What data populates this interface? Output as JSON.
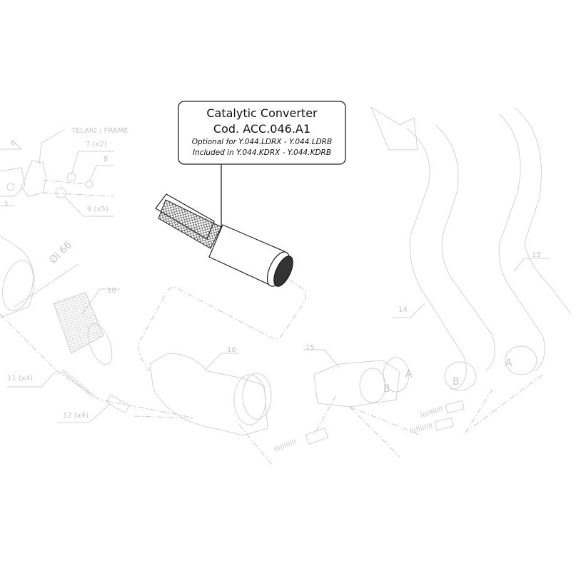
{
  "callout": {
    "title": "Catalytic Converter",
    "code": "Cod. ACC.046.A1",
    "optional": "Optional for Y.044.LDRX - Y.044.LDRB",
    "included": "Included in Y.044.KDRX - Y.044.KDRB"
  },
  "labels": {
    "frame": "TELAIO / FRAME",
    "p6": "6",
    "p7": "7 (x2)",
    "p8": "8",
    "p3": "3",
    "p9": "9  (x5)",
    "diameter": "Øi 66",
    "p10": "10",
    "p11": "11 (x4)",
    "p12": "12 (x4)",
    "p13": "13",
    "p14": "14",
    "p15": "15",
    "p16": "16",
    "a1": "A",
    "b1": "B",
    "a2": "A",
    "b2": "B"
  }
}
